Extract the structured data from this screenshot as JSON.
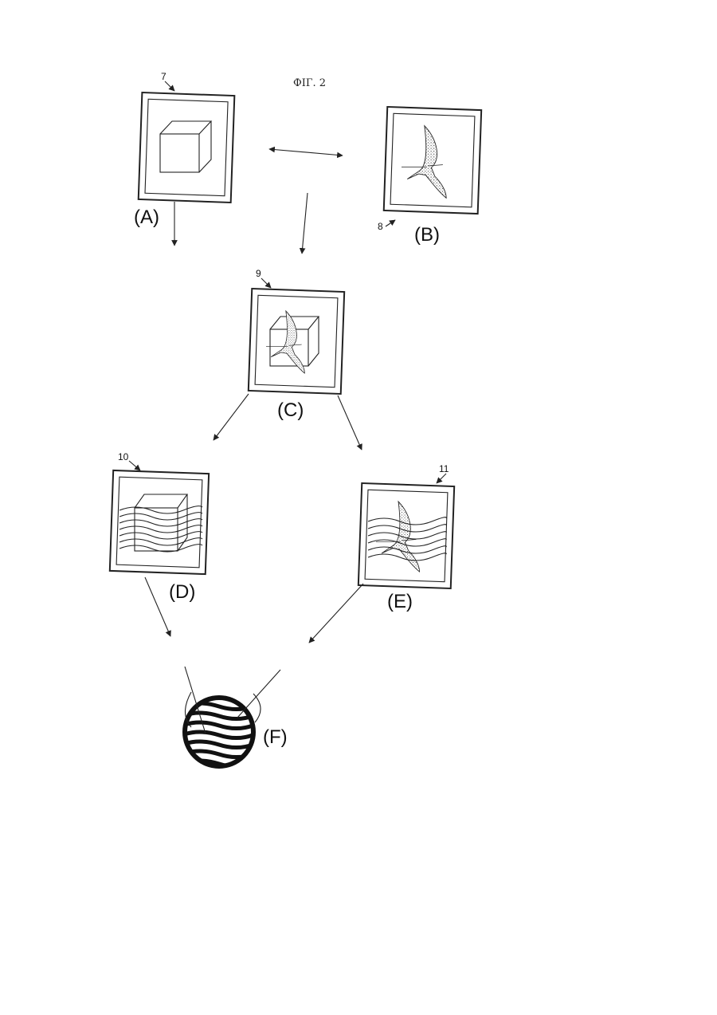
{
  "caption": "ФIГ. 2",
  "panels": {
    "A": {
      "label": "(A)",
      "ref": "7"
    },
    "B": {
      "label": "(B)",
      "ref": "8"
    },
    "C": {
      "label": "(C)",
      "ref": "9"
    },
    "D": {
      "label": "(D)",
      "ref": "10"
    },
    "E": {
      "label": "(E)",
      "ref": "11"
    },
    "F": {
      "label": "(F)"
    }
  }
}
